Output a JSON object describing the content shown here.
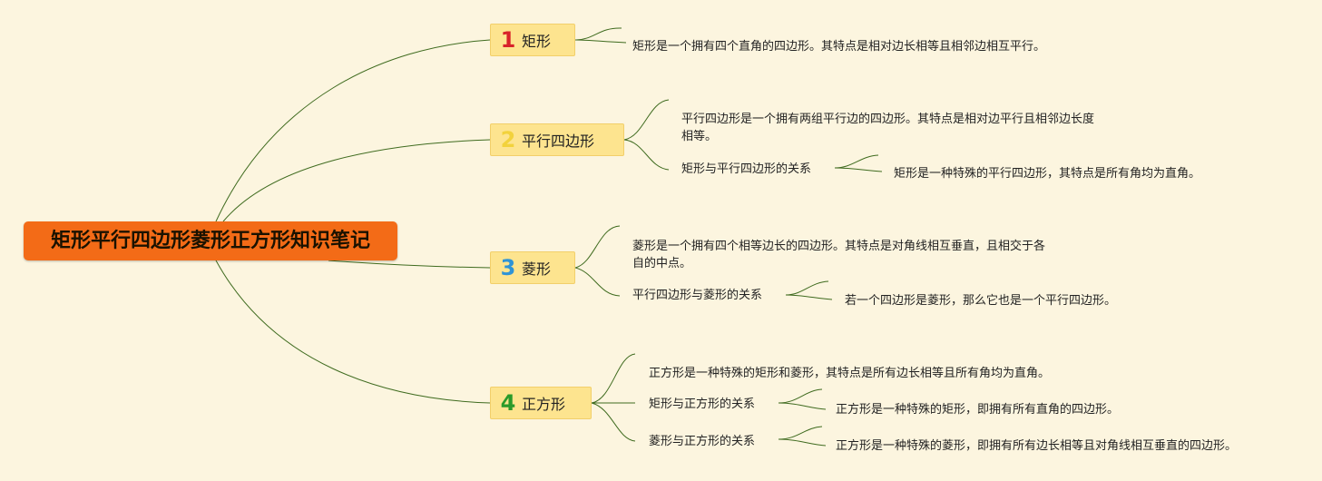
{
  "root": {
    "label": "矩形平行四边形菱形正方形知识笔记"
  },
  "branches": [
    {
      "number": "1",
      "number_color": "#d8232a",
      "label": "矩形",
      "leaves": [
        {
          "text": "矩形是一个拥有四个直角的四边形。其特点是相对边长相等且相邻边相互平行。"
        }
      ]
    },
    {
      "number": "2",
      "number_color": "#f2d23c",
      "label": "平行四边形",
      "leaves": [
        {
          "text": "平行四边形是一个拥有两组平行边的四边形。其特点是相对边平行且相邻边长度",
          "text2": "相等。"
        },
        {
          "text": "矩形与平行四边形的关系",
          "child": "矩形是一种特殊的平行四边形，其特点是所有角均为直角。"
        }
      ]
    },
    {
      "number": "3",
      "number_color": "#2f94d6",
      "label": "菱形",
      "leaves": [
        {
          "text": "菱形是一个拥有四个相等边长的四边形。其特点是对角线相互垂直，且相交于各",
          "text2": "自的中点。"
        },
        {
          "text": "平行四边形与菱形的关系",
          "child": "若一个四边形是菱形，那么它也是一个平行四边形。"
        }
      ]
    },
    {
      "number": "4",
      "number_color": "#2a9b2a",
      "label": "正方形",
      "leaves": [
        {
          "text": "正方形是一种特殊的矩形和菱形，其特点是所有边长相等且所有角均为直角。"
        },
        {
          "text": "矩形与正方形的关系",
          "child": "正方形是一种特殊的矩形，即拥有所有直角的四边形。"
        },
        {
          "text": "菱形与正方形的关系",
          "child": "正方形是一种特殊的菱形，即拥有所有边长相等且对角线相互垂直的四边形。"
        }
      ]
    }
  ],
  "colors": {
    "background": "#fcf5df",
    "root_fill": "#f36b17",
    "branch_fill": "#fde48f",
    "line": "#3f6b1f"
  }
}
